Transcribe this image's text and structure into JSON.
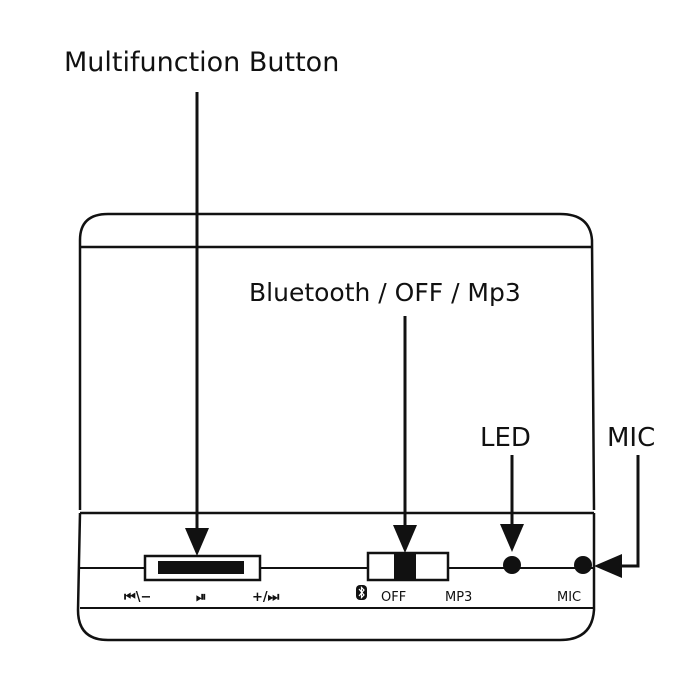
{
  "callouts": {
    "multifunction_button": "Multifunction Button",
    "mode_switch": "Bluetooth / OFF / Mp3",
    "led": "LED",
    "mic": "MIC"
  },
  "panel_labels": {
    "prev_volume_down": "⏮\\−",
    "play_pause": "⏯",
    "volume_up_next": "+/⏭",
    "bluetooth_symbol": "ʙ",
    "off": "OFF",
    "mp3": "MP3",
    "mic": "MIC"
  },
  "colors": {
    "ink": "#111111",
    "background": "#ffffff"
  }
}
